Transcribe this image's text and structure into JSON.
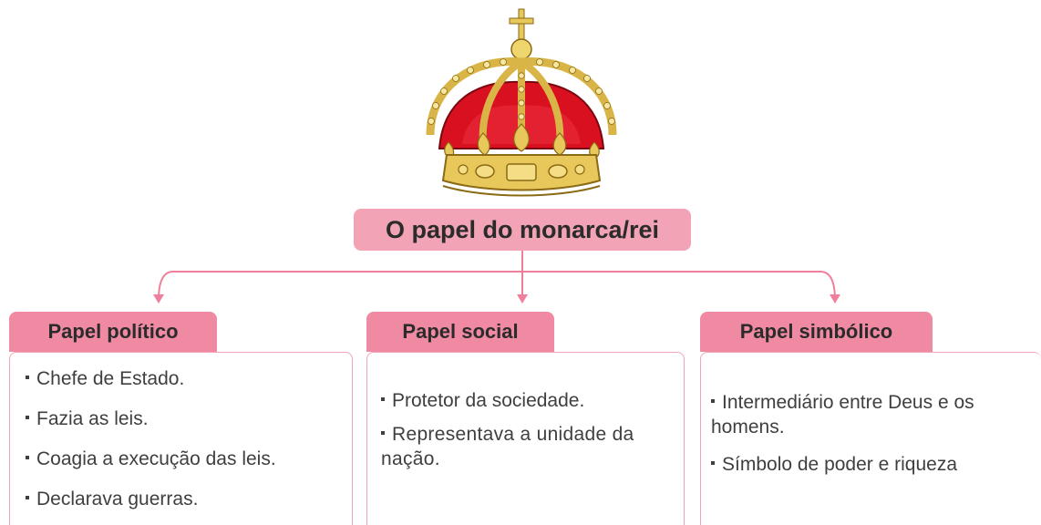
{
  "diagram": {
    "root": {
      "label": "O papel do monarca/rei"
    },
    "branches": [
      {
        "title": "Papel político",
        "items": [
          "Chefe de Estado.",
          "Fazia as leis.",
          "Coagia a execução das leis.",
          "Declarava guerras."
        ]
      },
      {
        "title": "Papel social",
        "items": [
          "Protetor da sociedade.",
          "Representava a unidade da nação."
        ]
      },
      {
        "title": "Papel simbólico",
        "items": [
          "Intermediário entre Deus e os homens.",
          "Símbolo de poder e riqueza"
        ]
      }
    ],
    "colors": {
      "header_fill": "#f08aa2",
      "root_fill": "#f2a3b5",
      "connector": "#ef7f9b",
      "crown_gold": "#e8c85a",
      "crown_red": "#d9101f"
    }
  }
}
